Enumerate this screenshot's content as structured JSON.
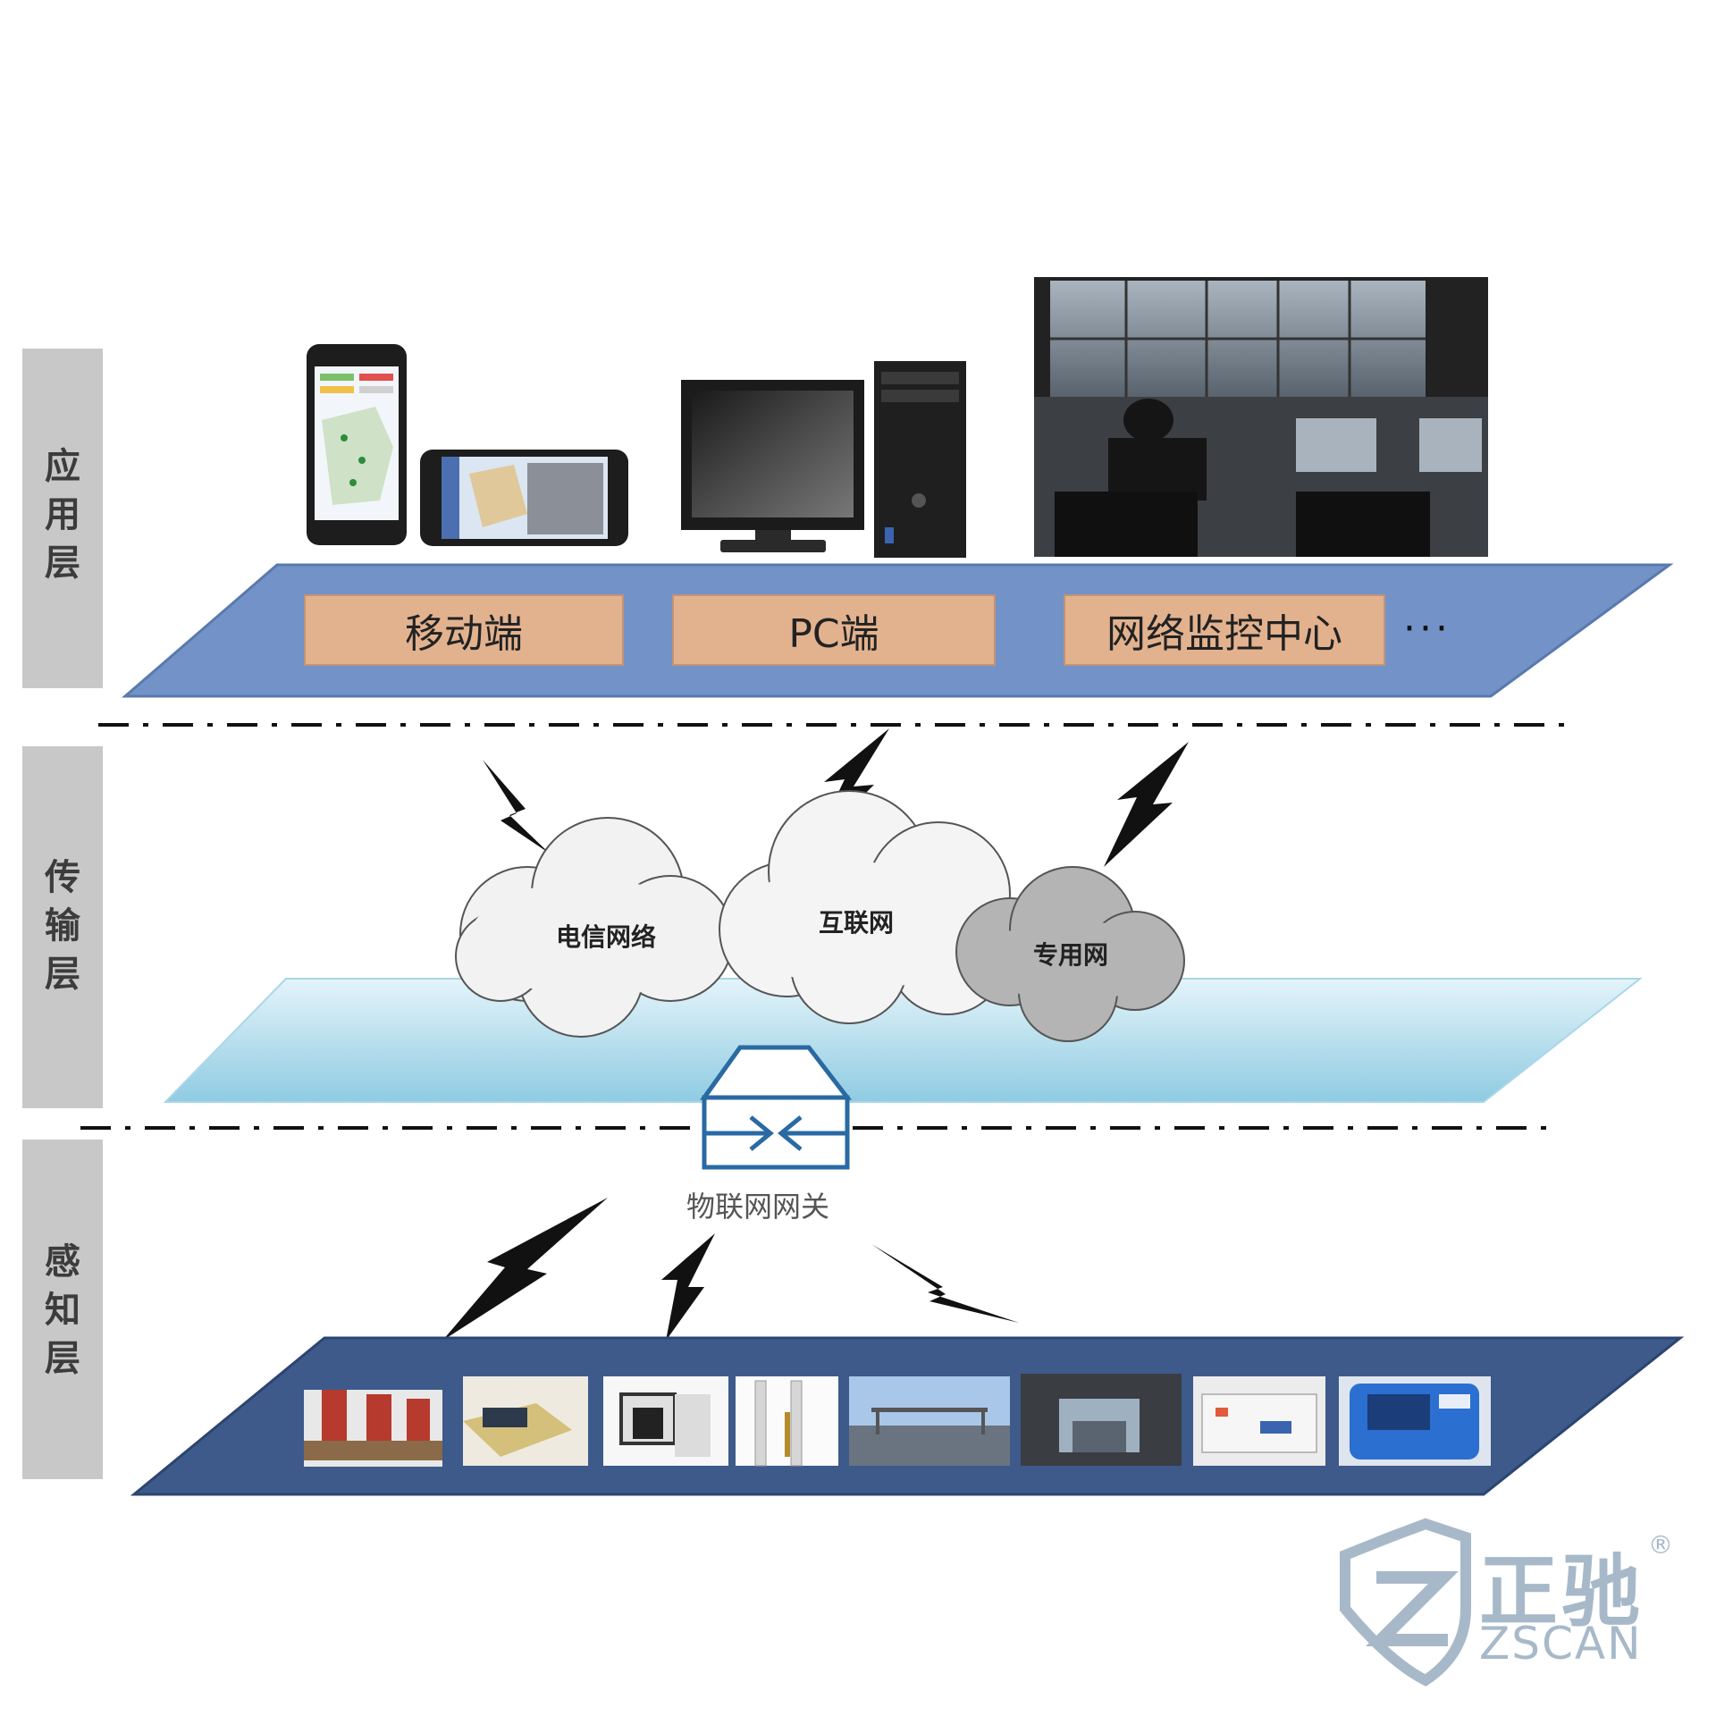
{
  "layers": {
    "application": {
      "label_chars": [
        "应",
        "用",
        "层"
      ]
    },
    "transport": {
      "label_chars": [
        "传",
        "输",
        "层"
      ]
    },
    "perception": {
      "label_chars": [
        "感",
        "知",
        "层"
      ]
    }
  },
  "application_boxes": [
    "移动端",
    "PC端",
    "网络监控中心"
  ],
  "application_more": "···",
  "clouds": [
    "电信网络",
    "互联网",
    "专用网"
  ],
  "gateway": {
    "label": "物联网网关"
  },
  "brand": {
    "name_cn": "正驰",
    "name_en": "ZSCAN",
    "registered": "®"
  },
  "colors": {
    "app_plane": "#7292c8",
    "app_box": "#e2b28f",
    "transport_plane": "#bfe3f1",
    "perception_plane": "#3d5a8a",
    "layer_tab": "#c8c8c8",
    "private_cloud": "#b4b4b4",
    "brand": "#a7b9c9"
  }
}
